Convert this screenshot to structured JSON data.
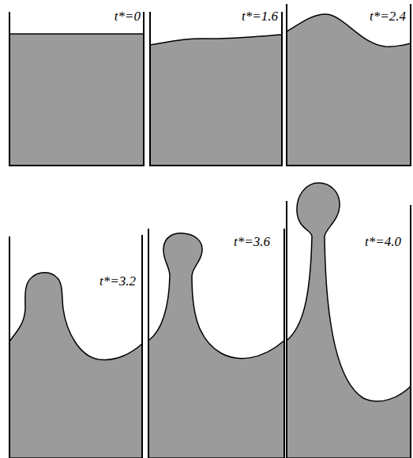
{
  "diagram": {
    "labels": [
      "t*=0",
      "t*=1.6",
      "t*=2.4",
      "t*=3.2",
      "t*=3.6",
      "t*=4.0"
    ]
  }
}
